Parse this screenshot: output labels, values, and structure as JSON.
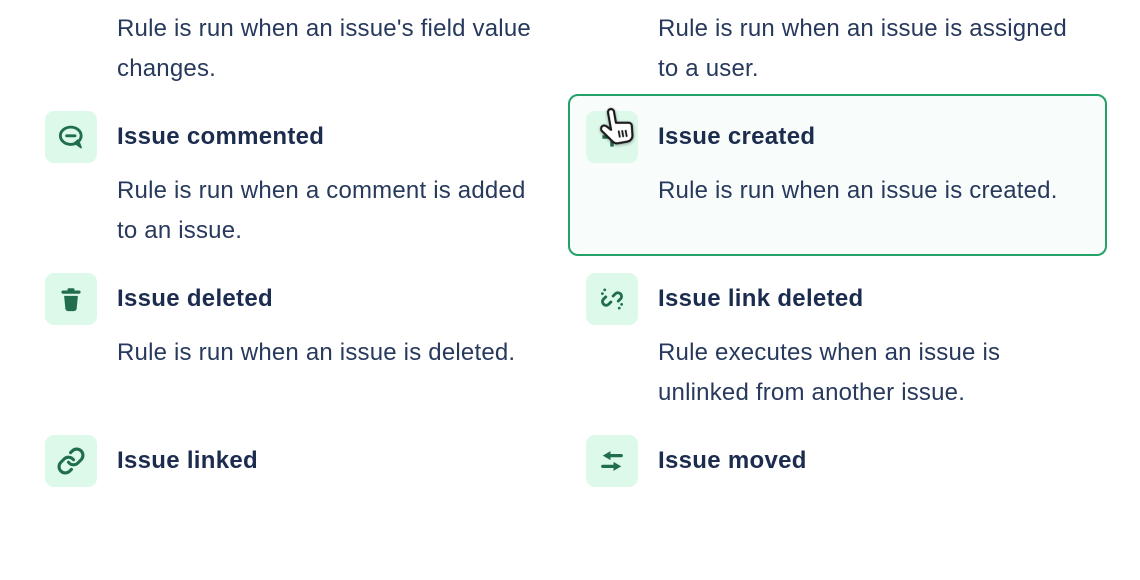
{
  "colors": {
    "selected_border": "#24a168",
    "selected_background": "#f8fcfa",
    "icon_tile_background": "#ddf9ea",
    "icon_green": "#216e4e",
    "title_text": "#1c2c4e",
    "description_text": "#27395c",
    "page_background": "#ffffff"
  },
  "triggers": {
    "left": [
      {
        "description": "Rule is run when an issue's field value changes."
      },
      {
        "icon": "comment-icon",
        "title": "Issue commented",
        "description": "Rule is run when a comment is added to an issue."
      },
      {
        "icon": "trash-icon",
        "title": "Issue deleted",
        "description": "Rule is run when an issue is deleted."
      },
      {
        "icon": "link-icon",
        "title": "Issue linked"
      }
    ],
    "right": [
      {
        "description": "Rule is run when an issue is assigned to a user."
      },
      {
        "icon": "plus-icon",
        "title": "Issue created",
        "description": "Rule is run when an issue is created.",
        "selected": true
      },
      {
        "icon": "link-broken-icon",
        "title": "Issue link deleted",
        "description": "Rule executes when an issue is unlinked from another issue."
      },
      {
        "icon": "arrows-left-right-icon",
        "title": "Issue moved"
      }
    ]
  },
  "cursor": {
    "icon": "hand-pointer-cursor"
  }
}
